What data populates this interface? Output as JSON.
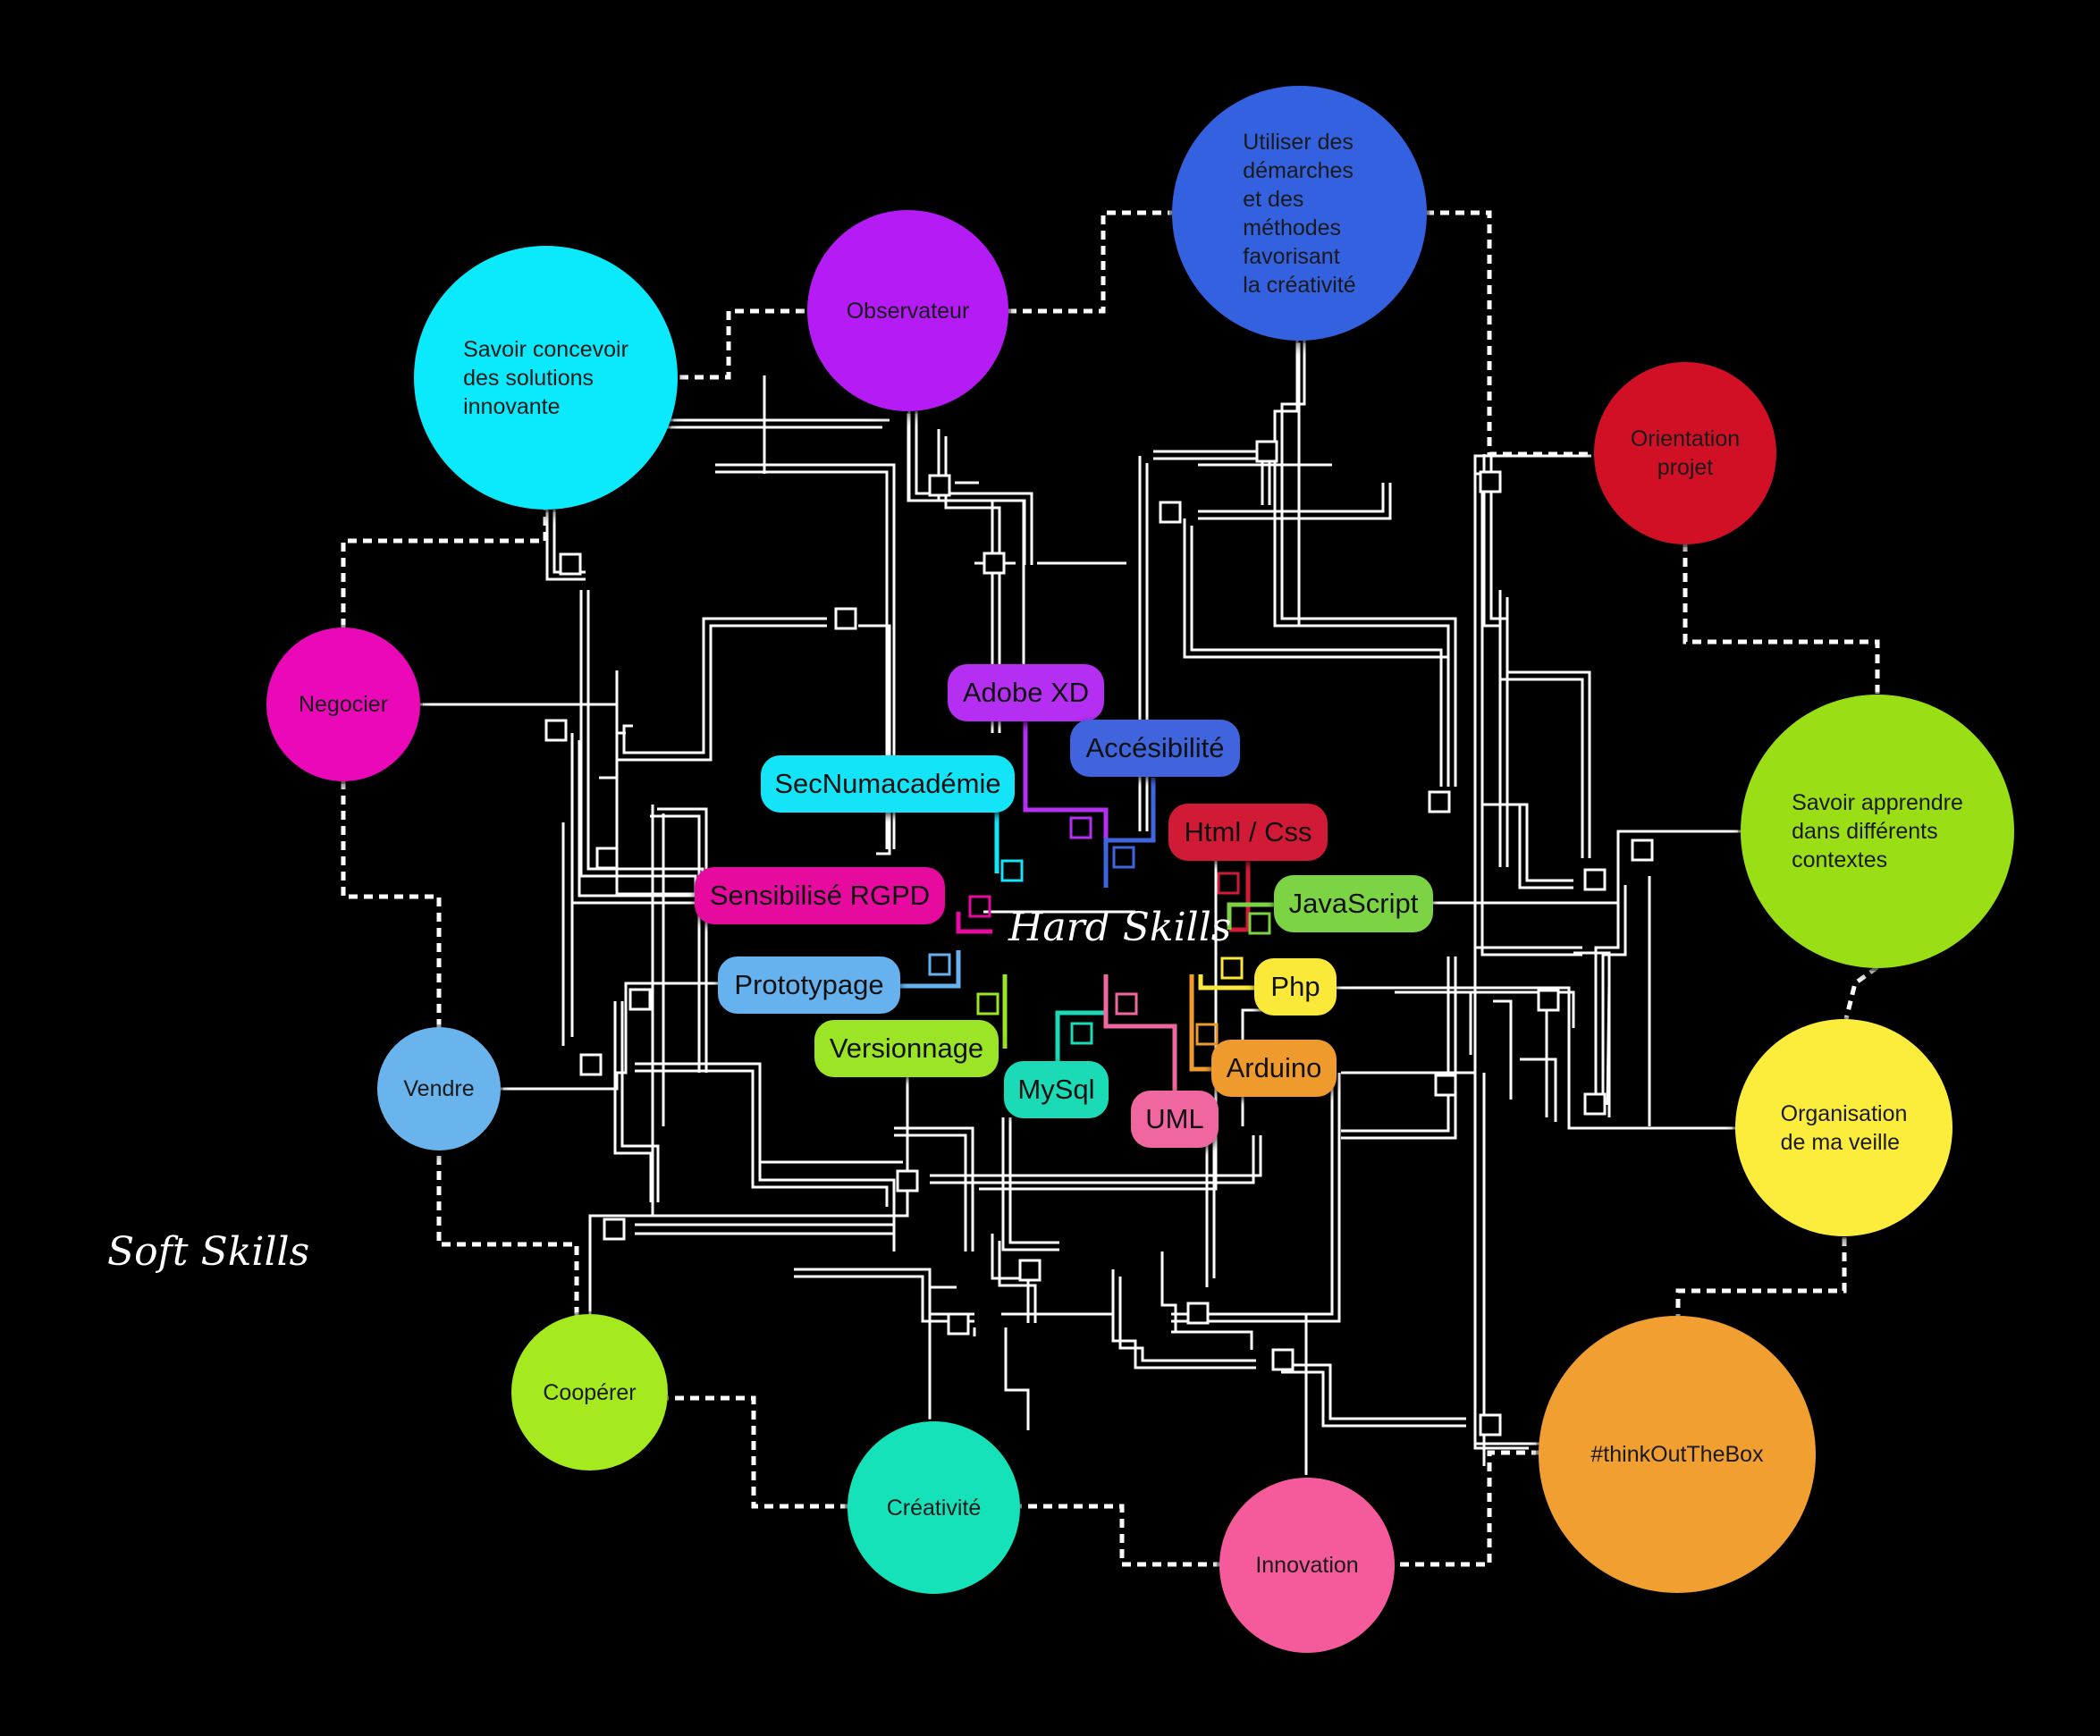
{
  "hard_skills_label": "Hard Skills",
  "soft_skills_label": "Soft Skills",
  "soft_skills": [
    {
      "key": "savoir-concevoir",
      "label": "Savoir concevoir\ndes solutions\ninnovante",
      "color": "#0beafd"
    },
    {
      "key": "observateur",
      "label": "Observateur",
      "color": "#b41bf5"
    },
    {
      "key": "utiliser-demarches",
      "label": "Utiliser des\ndémarches\net des\nméthodes\nfavorisant\nla créativité",
      "color": "#3461e0"
    },
    {
      "key": "orientation-projet",
      "label": "Orientation\nprojet",
      "color": "#d11026"
    },
    {
      "key": "negocier",
      "label": "Negocier",
      "color": "#ea08b8"
    },
    {
      "key": "savoir-apprendre",
      "label": "Savoir apprendre\ndans différents\ncontextes",
      "color": "#9ade16"
    },
    {
      "key": "vendre",
      "label": "Vendre",
      "color": "#6ab4ee"
    },
    {
      "key": "organisation-veille",
      "label": "Organisation\nde ma veille",
      "color": "#fcec3b"
    },
    {
      "key": "cooperer",
      "label": "Coopérer",
      "color": "#a5e91f"
    },
    {
      "key": "creativite",
      "label": "Créativité",
      "color": "#15e2b9"
    },
    {
      "key": "innovation",
      "label": "Innovation",
      "color": "#f55b9a"
    },
    {
      "key": "think-out-the-box",
      "label": "#thinkOutTheBox",
      "color": "#f19f30"
    }
  ],
  "hard_skills": [
    {
      "key": "adobe-xd",
      "label": "Adobe XD",
      "color": "#b52ff3"
    },
    {
      "key": "accessibilite",
      "label": "Accésibilité",
      "color": "#3f64de"
    },
    {
      "key": "secnumacademie",
      "label": "SecNumacadémie",
      "color": "#13e4f8"
    },
    {
      "key": "html-css",
      "label": "Html / Css",
      "color": "#d11a35"
    },
    {
      "key": "javascript",
      "label": "JavaScript",
      "color": "#7cd445"
    },
    {
      "key": "sensibilise-rgpd",
      "label": "Sensibilisé RGPD",
      "color": "#e60b9e"
    },
    {
      "key": "prototypage",
      "label": "Prototypage",
      "color": "#66b2ee"
    },
    {
      "key": "php",
      "label": "Php",
      "color": "#fbe93a"
    },
    {
      "key": "versionnage",
      "label": "Versionnage",
      "color": "#9be426"
    },
    {
      "key": "arduino",
      "label": "Arduino",
      "color": "#ef9a2c"
    },
    {
      "key": "mysql",
      "label": "MySql",
      "color": "#1adbb6"
    },
    {
      "key": "uml",
      "label": "UML",
      "color": "#f0669f"
    }
  ]
}
